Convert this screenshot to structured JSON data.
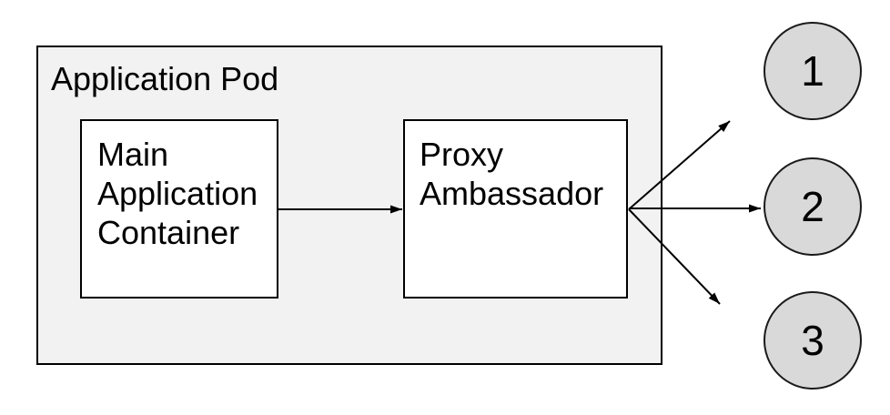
{
  "diagram": {
    "pod": {
      "label": "Application Pod",
      "fill": "#f2f2f2",
      "border": "#000000"
    },
    "nodes": [
      {
        "label": "Main Application Container",
        "fill": "#ffffff",
        "border": "#000000"
      },
      {
        "label": "Proxy Ambassador",
        "fill": "#ffffff",
        "border": "#000000"
      }
    ],
    "endpoints": [
      {
        "label": "1"
      },
      {
        "label": "2"
      },
      {
        "label": "3"
      }
    ],
    "endpoint_fill": "#d9d9d9",
    "text_color": "#000000",
    "connections": [
      {
        "from": "Main Application Container",
        "to": "Proxy Ambassador"
      },
      {
        "from": "Proxy Ambassador",
        "to": "1"
      },
      {
        "from": "Proxy Ambassador",
        "to": "2"
      },
      {
        "from": "Proxy Ambassador",
        "to": "3"
      }
    ]
  }
}
